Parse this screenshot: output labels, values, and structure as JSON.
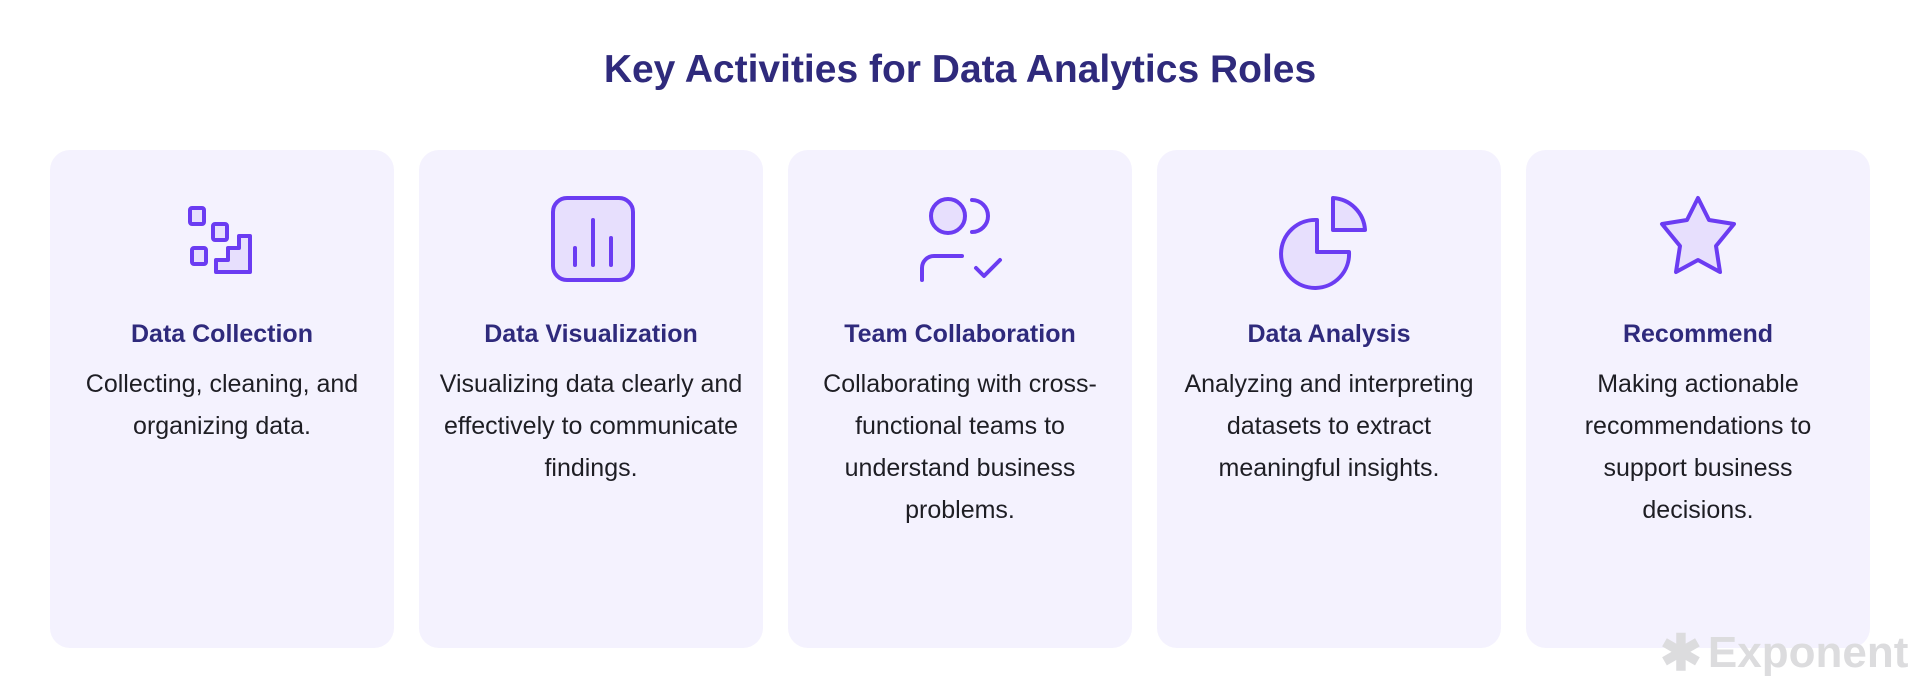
{
  "title": "Key Activities for Data Analytics Roles",
  "colors": {
    "accent": "#6b3cf2",
    "icon_fill": "#e7dffd",
    "card_bg": "#f4f2fe",
    "heading": "#2f2a7c"
  },
  "cards": [
    {
      "icon": "data-collection-steps-icon",
      "heading": "Data Collection",
      "text": "Collecting, cleaning, and organizing data."
    },
    {
      "icon": "bar-chart-icon",
      "heading": "Data Visualization",
      "text": "Visualizing data clearly and effectively to communicate findings."
    },
    {
      "icon": "team-user-check-icon",
      "heading": "Team Collaboration",
      "text": "Collaborating with cross-functional teams to understand business problems."
    },
    {
      "icon": "pie-chart-icon",
      "heading": "Data Analysis",
      "text": "Analyzing and interpreting datasets to extract meaningful insights."
    },
    {
      "icon": "star-icon",
      "heading": "Recommend",
      "text": "Making actionable recommendations to support business decisions."
    }
  ],
  "logo": {
    "text": "Exponent"
  }
}
